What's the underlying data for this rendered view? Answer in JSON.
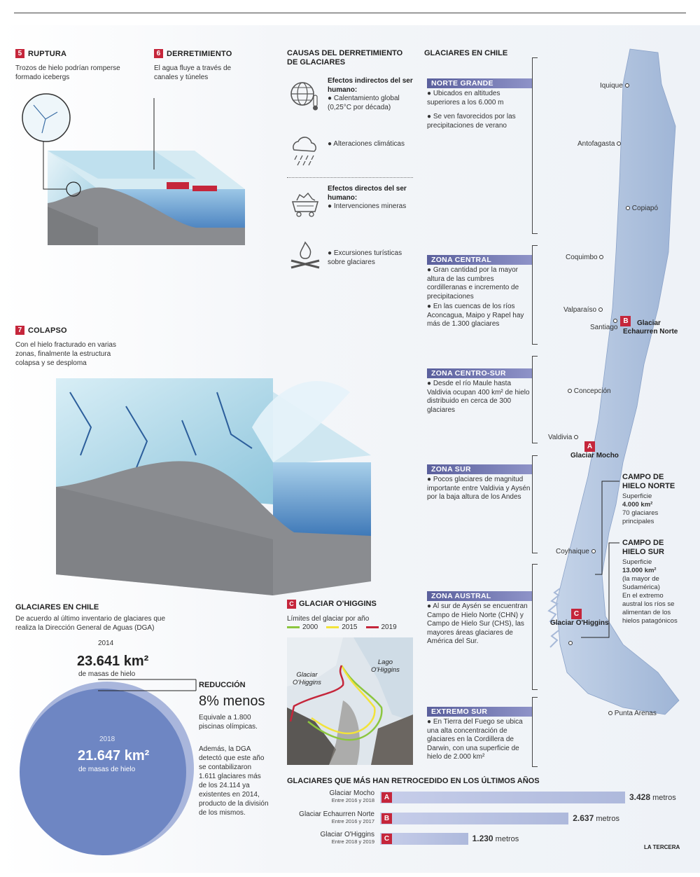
{
  "steps": [
    {
      "num": "5",
      "title": "RUPTURA",
      "text": "Trozos de hielo podrían romperse formado icebergs"
    },
    {
      "num": "6",
      "title": "DERRETIMIENTO",
      "text": "El agua fluye a través de canales y túneles"
    },
    {
      "num": "7",
      "title": "COLAPSO",
      "text": "Con el hielo fracturado en varias zonas, finalmente la estructura colapsa y se desploma"
    }
  ],
  "causes": {
    "title_line1": "CAUSAS DEL DERRETIMIENTO",
    "title_line2": "DE GLACIARES",
    "indirect_header": "Efectos indirectos del ser humano:",
    "indirect_items": [
      "Calentamiento global (0,25°C por década)",
      "Alteraciones climáticas"
    ],
    "direct_header": "Efectos directos del ser humano:",
    "direct_items": [
      "Intervenciones mineras",
      "Excursiones turísticas sobre glaciares"
    ],
    "icons": [
      "globe-thermometer-icon",
      "cloud-rain-icon",
      "mine-cart-icon",
      "campfire-icon"
    ]
  },
  "zones": {
    "title": "GLACIARES EN CHILE",
    "items": [
      {
        "label": "NORTE GRANDE",
        "text": [
          "Ubicados en altitudes superiores a los 6.000 m",
          "Se ven favorecidos por las precipitaciones de verano"
        ]
      },
      {
        "label": "ZONA CENTRAL",
        "text": [
          "Gran cantidad por la mayor altura de las cumbres cordilleranas e incremento de precipitaciones",
          "En las cuencas de los ríos Aconcagua, Maipo y Rapel hay más de 1.300 glaciares"
        ]
      },
      {
        "label": "ZONA CENTRO-SUR",
        "text": [
          "Desde el río Maule hasta Valdivia ocupan 400 km² de hielo distribuido en cerca de 300 glaciares"
        ]
      },
      {
        "label": "ZONA SUR",
        "text": [
          "Pocos glaciares de magnitud importante entre Valdivia y Aysén por la baja altura de los Andes"
        ]
      },
      {
        "label": "ZONA AUSTRAL",
        "text": [
          "Al sur de Aysén se encuentran Campo de Hielo Norte (CHN) y Campo de Hielo Sur (CHS), las mayores áreas glaciares de América del Sur."
        ]
      },
      {
        "label": "EXTREMO SUR",
        "text": [
          "En Tierra del Fuego se ubica una alta concentración de glaciares en la Cordillera de Darwin, con una superficie de hielo de 2.000 km²"
        ]
      }
    ]
  },
  "map": {
    "cities": [
      "Iquique",
      "Antofagasta",
      "Copiapó",
      "Coquimbo",
      "Valparaíso",
      "Santiago",
      "Concepción",
      "Valdivia",
      "Coyhaique",
      "Punta Arenas"
    ],
    "glaciers": [
      {
        "badge": "A",
        "name": "Glaciar Mocho"
      },
      {
        "badge": "B",
        "name_line1": "Glaciar",
        "name_line2": "Echaurren Norte"
      },
      {
        "badge": "C",
        "name": "Glaciar O'Higgins"
      }
    ],
    "chn": {
      "title_line1": "CAMPO DE",
      "title_line2": "HIELO NORTE",
      "sup_label": "Superficie",
      "area": "4.000 km²",
      "note_line1": "70 glaciares",
      "note_line2": "principales"
    },
    "chs": {
      "title_line1": "CAMPO DE",
      "title_line2": "HIELO SUR",
      "sup_label": "Superficie",
      "area": "13.000 km²",
      "note": [
        "(la mayor de",
        "Sudamérica)",
        "En el extremo",
        "austral los ríos se",
        "alimentan de los",
        "hielos patagónicos"
      ]
    }
  },
  "inventory": {
    "title": "GLACIARES EN CHILE",
    "subtitle": "De acuerdo al último inventario de glaciares que realiza la Dirección General de Aguas (DGA)",
    "year1": "2014",
    "value1": "23.641 km²",
    "unit1": "de masas de hielo",
    "year2": "2018",
    "value2": "21.647 km²",
    "unit2": "de masas de hielo",
    "reduction_title": "REDUCCIÓN",
    "reduction_value": "8% menos",
    "reduction_equiv": "Equivale a 1.800 piscinas olímpicas.",
    "reduction_note": "Además, la DGA detectó que este año se contabilizaron 1.611 glaciares más de los 24.114 ya existentes en 2014, producto de la división de los mismos."
  },
  "ohiggins": {
    "badge": "C",
    "title": "GLACIAR O'HIGGINS",
    "legend_title": "Límites del glaciar por año",
    "legend": [
      {
        "year": "2000",
        "color": "#8cc63f"
      },
      {
        "year": "2015",
        "color": "#f2e33a"
      },
      {
        "year": "2019",
        "color": "#c5263b"
      }
    ],
    "label_glacier_line1": "Glaciar",
    "label_glacier_line2": "O'Higgins",
    "label_lake_line1": "Lago",
    "label_lake_line2": "O'Higgins"
  },
  "retreat": {
    "title": "GLACIARES QUE MÁS HAN RETROCEDIDO EN LOS ÚLTIMOS AÑOS",
    "unit": "metros",
    "bars": [
      {
        "name": "Glaciar Mocho",
        "period": "Entre 2016 y 2018",
        "badge": "A",
        "value": 3428,
        "value_label": "3.428"
      },
      {
        "name": "Glaciar Echaurren Norte",
        "period": "Entre 2016 y 2017",
        "badge": "B",
        "value": 2637,
        "value_label": "2.637"
      },
      {
        "name": "Glaciar O'Higgins",
        "period": "Entre 2018 y 2019",
        "badge": "C",
        "value": 1230,
        "value_label": "1.230"
      }
    ]
  },
  "credit": "LA TERCERA"
}
